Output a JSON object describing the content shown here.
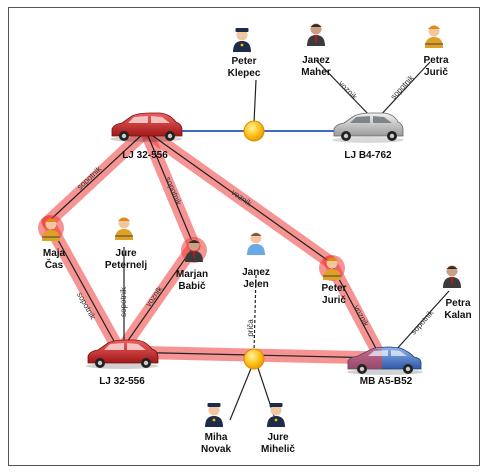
{
  "colors": {
    "highlight": "#ef3b3b",
    "red_car": "#d42a2a",
    "silver_car": "#c9c9c9",
    "blue_car": "#4a79c4",
    "hub": "#ffc21a",
    "blue_link": "#3d6cc4",
    "edge": "#222222"
  },
  "people": {
    "peter_klepec": {
      "first": "Peter",
      "last": "Klepec",
      "icon": "police-officer-icon"
    },
    "janez_maher": {
      "first": "Janez",
      "last": "Maher",
      "icon": "businessman-icon"
    },
    "petra_juric_top": {
      "first": "Petra",
      "last": "Jurič",
      "icon": "worker-icon"
    },
    "maja_cas": {
      "first": "Maja",
      "last": "Čas",
      "icon": "worker-icon"
    },
    "jure_peternelj": {
      "first": "Jure",
      "last": "Peternelj",
      "icon": "worker-icon"
    },
    "marjan_babic": {
      "first": "Marjan",
      "last": "Babič",
      "icon": "businessman-icon"
    },
    "janez_jelen": {
      "first": "Janez",
      "last": "Jelen",
      "icon": "person-icon"
    },
    "peter_juric": {
      "first": "Peter",
      "last": "Jurič",
      "icon": "worker-icon"
    },
    "petra_kalan": {
      "first": "Petra",
      "last": "Kalan",
      "icon": "businessman-icon"
    },
    "miha_novak": {
      "first": "Miha",
      "last": "Novak",
      "icon": "police-officer-icon"
    },
    "jure_mihelic": {
      "first": "Jure",
      "last": "Mihelič",
      "icon": "police-officer-icon"
    }
  },
  "vehicles": {
    "car_top": {
      "plate": "LJ 32-556",
      "icon": "red-car-icon"
    },
    "car_right": {
      "plate": "LJ B4-762",
      "icon": "silver-car-icon"
    },
    "car_bottom": {
      "plate": "LJ 32-556",
      "icon": "red-car-icon"
    },
    "car_mb": {
      "plate": "MB A5-B52",
      "icon": "blue-car-icon"
    }
  },
  "edge_labels": {
    "sopotnik": "sopotnik",
    "voznik": "voznik",
    "prica": "priča"
  }
}
